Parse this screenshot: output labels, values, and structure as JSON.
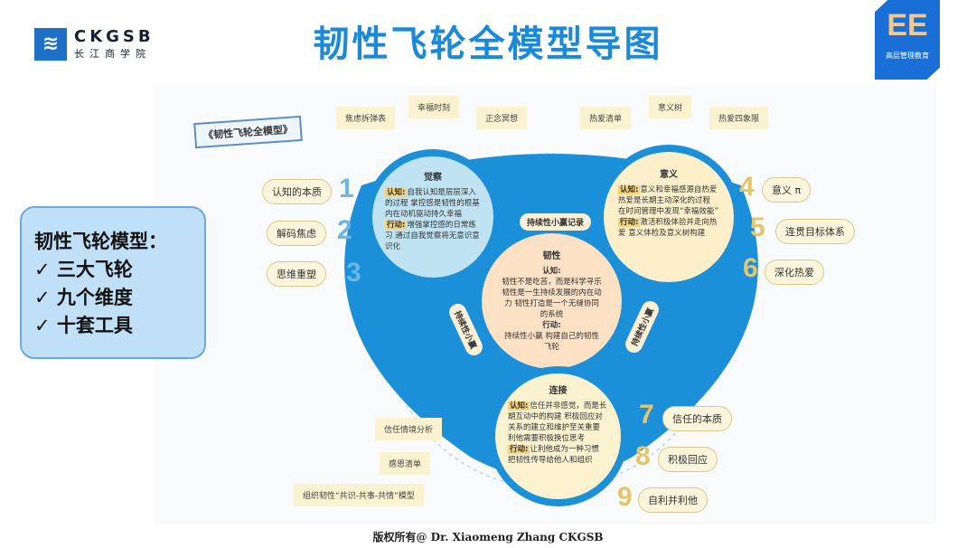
{
  "header": {
    "logo_en": "CKGSB",
    "logo_cn": "长江商学院",
    "title": "韧性飞轮全模型导图",
    "ee_logo": "EE",
    "ee_sub": "高层管理教育"
  },
  "left_box": {
    "title": "韧性飞轮模型：",
    "items": [
      "✓ 三大飞轮",
      "✓ 九个维度",
      "✓ 十套工具"
    ]
  },
  "book_label": "《韧性飞轮全模型》",
  "dimensions": [
    {
      "num": "1",
      "label": "认知的本质"
    },
    {
      "num": "2",
      "label": "解码焦虑"
    },
    {
      "num": "3",
      "label": "思维重塑"
    },
    {
      "num": "4",
      "label": "意义 π"
    },
    {
      "num": "5",
      "label": "连贯目标体系"
    },
    {
      "num": "6",
      "label": "深化热爱"
    },
    {
      "num": "7",
      "label": "信任的本质"
    },
    {
      "num": "8",
      "label": "积极回应"
    },
    {
      "num": "9",
      "label": "自利并利他"
    }
  ],
  "tools": {
    "top_left": [
      "焦虑拆弹表",
      "幸福时刻",
      "正念冥想"
    ],
    "top_right": [
      "热爱清单",
      "意义树",
      "热爱四象限"
    ],
    "bottom_left": [
      "信任情境分析",
      "感恩清单",
      "组织韧性“共识-共事-共情”模型"
    ]
  },
  "wheels": {
    "awareness": {
      "title": "觉察",
      "cog_tag": "认知:",
      "cog": "自我认知是层层深入的过程 掌控感是韧性的根基 内在动机驱动持久幸福",
      "act_tag": "行动:",
      "act": "增强掌控感的日常练习 通过自我觉察将无意识意识化"
    },
    "meaning": {
      "title": "意义",
      "cog_tag": "认知:",
      "cog": "意义和幸福感源自热爱 热爱是长期主动深化的过程 在时间管理中发现“幸福效能”",
      "act_tag": "行动:",
      "act": "激活积极体验并走向热爱 意义体检及意义树构建"
    },
    "resilience": {
      "title": "韧性",
      "cog_tag": "认知:",
      "cog": "韧性不是吃苦，而是科学寻乐 韧性是一生持续发展的内在动力 韧性打造是一个无缝协同的系统",
      "act_tag": "行动:",
      "act": "持续性小赢 构建自己的韧性飞轮"
    },
    "connection": {
      "title": "连接",
      "cog_tag": "认知:",
      "cog": "信任并非感觉，而是长期互动中的构建 积极回应对关系的建立和维护至关重要 利他需要积极换位思考",
      "act_tag": "行动:",
      "act": "让利他成为一种习惯 把韧性传导给他人和组织"
    }
  },
  "side_labels": {
    "top": "持续性小赢记录",
    "left": "持续性小赢",
    "right": "持续性小赢"
  },
  "footer": "版权所有@ Dr. Xiaomeng Zhang CKGSB"
}
